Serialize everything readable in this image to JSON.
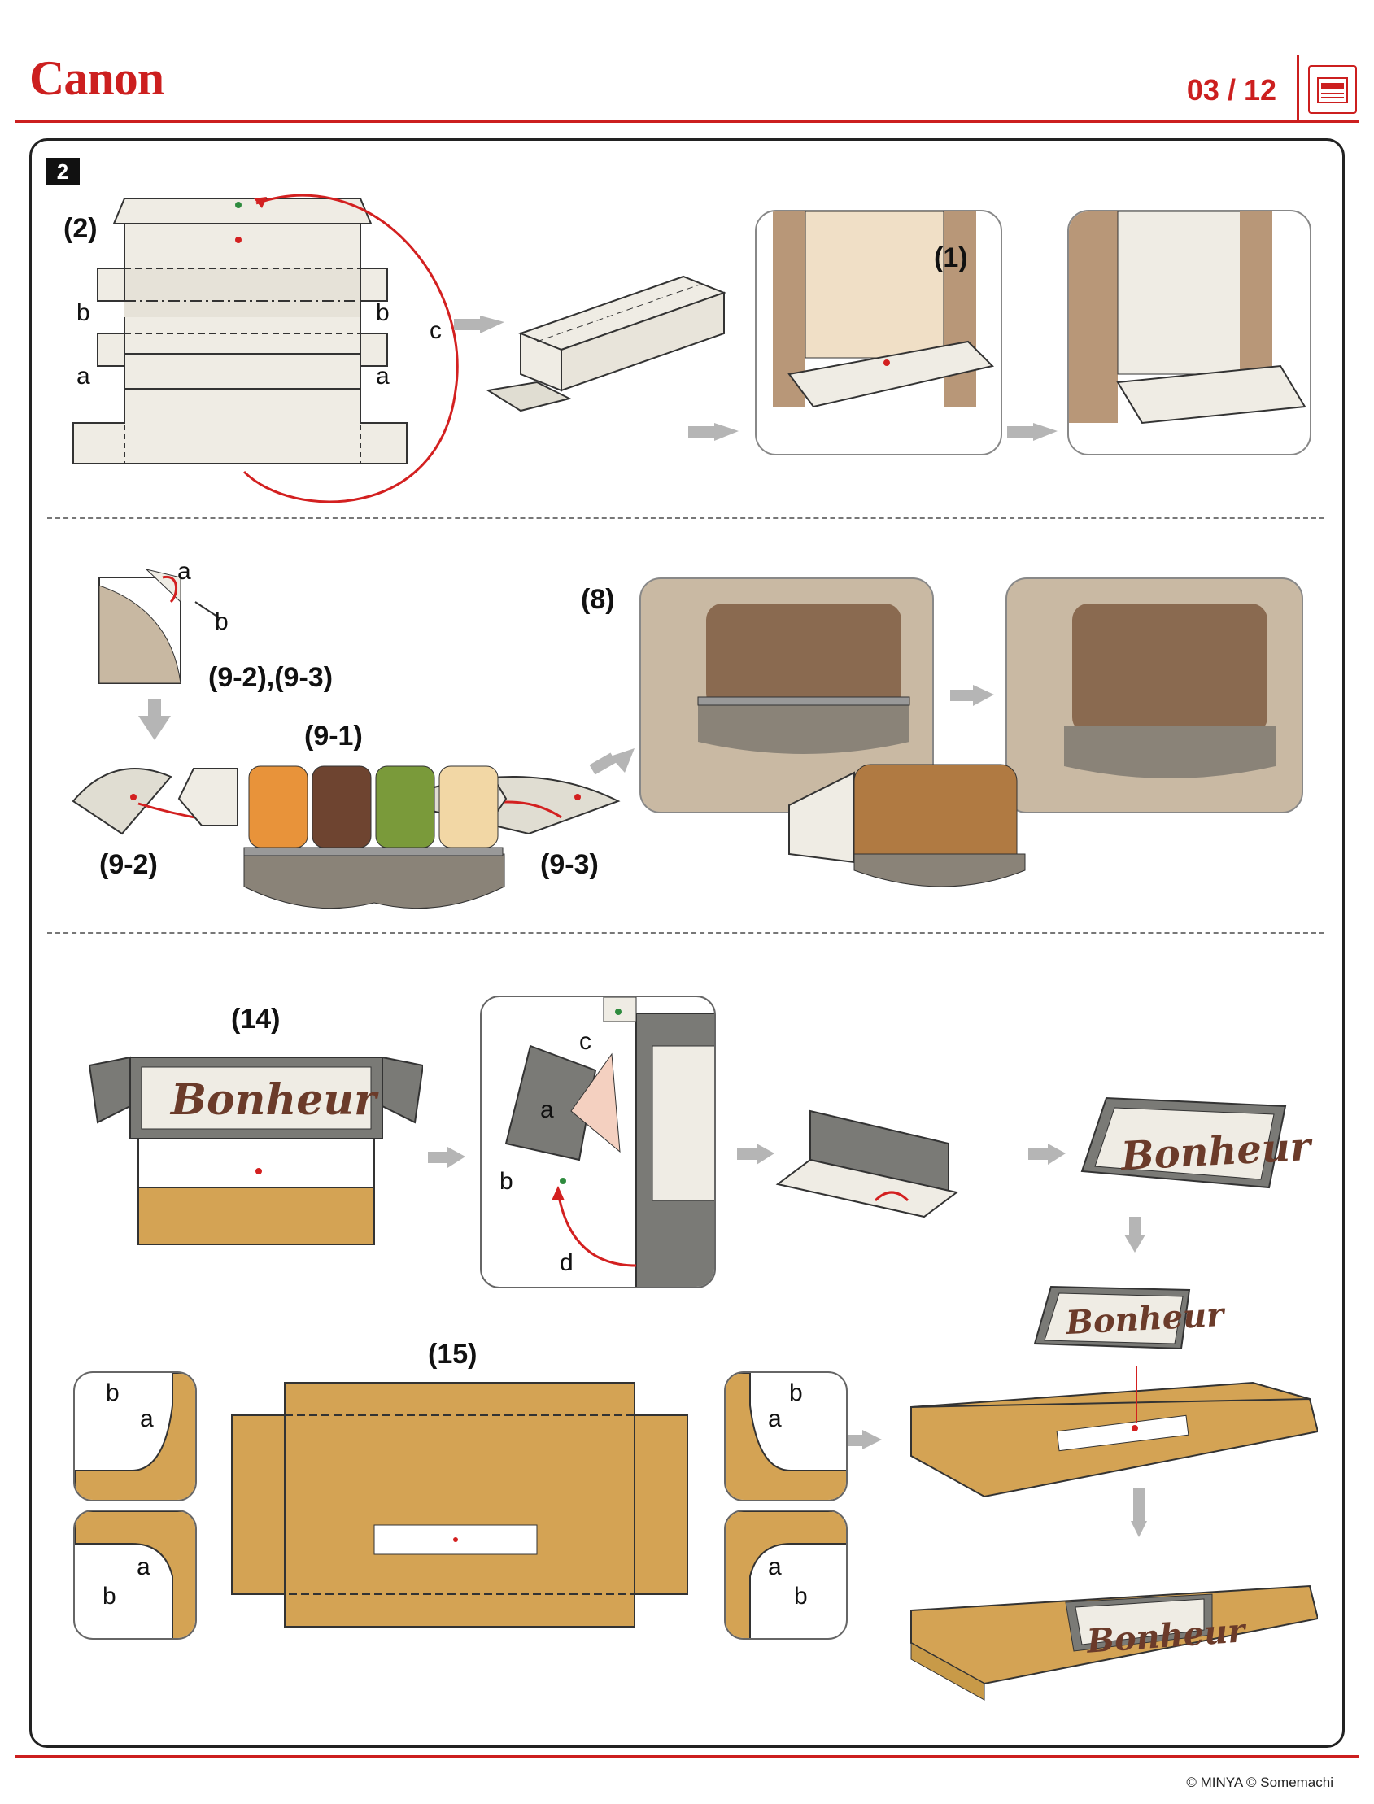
{
  "header": {
    "brand": "Canon",
    "page": "03 / 12"
  },
  "step": "2",
  "labels": {
    "part_2": "(2)",
    "part_1": "(1)",
    "part_9_23": "(9-2),(9-3)",
    "part_9_1": "(9-1)",
    "part_9_2": "(9-2)",
    "part_9_3": "(9-3)",
    "part_8": "(8)",
    "part_14": "(14)",
    "part_15": "(15)"
  },
  "letters": {
    "a": "a",
    "b": "b",
    "c": "c",
    "d": "d"
  },
  "sign_text": "Bonheur",
  "footer": {
    "copyright": "© MINYA  © Somemachi"
  },
  "colors": {
    "accent": "#cc1f1f",
    "cardboard": "#d4a354",
    "paper": "#efece4",
    "grey": "#7a7a76",
    "brown": "#6b3b2a"
  }
}
